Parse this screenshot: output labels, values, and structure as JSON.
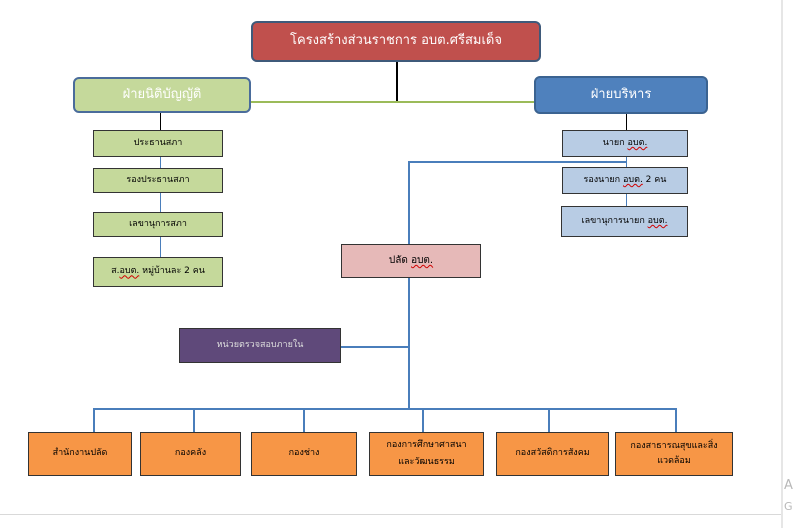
{
  "title": "โครงสร้างส่วนราชการ อบต.ศรีสมเด็จ",
  "legislative": {
    "head": "ฝ่ายนิติบัญญัติ",
    "items": [
      "ประธานสภา",
      "รองประธานสภา",
      "เลขานุการสภา"
    ],
    "members": {
      "prefix": "ส.",
      "mark": "อบต.",
      "suffix": " หมู่บ้านละ 2 คน"
    }
  },
  "executive": {
    "head": "ฝ่ายบริหาร",
    "mayor": {
      "prefix": "นายก ",
      "mark": "อบต."
    },
    "deputy": {
      "prefix": "รองนายก ",
      "mark": "อบต.",
      "suffix": " 2 คน"
    },
    "secretary": {
      "prefix": "เลขานุการนายก ",
      "mark": "อบต."
    }
  },
  "clerk": {
    "prefix": "ปลัด ",
    "mark": "อบต."
  },
  "audit_unit": "หน่วยตรวจสอบภายใน",
  "departments": [
    "สำนักงานปลัด",
    "กองคลัง",
    "กองช่าง",
    "กองการศึกษาศาสนาและวัฒนธรรม",
    "กองสวัสดิการสังคม",
    "กองสาธารณสุขและสิ่งแวดล้อม"
  ],
  "edge_letters": [
    "A",
    "G"
  ],
  "colors": {
    "title_fill": "#c0504d",
    "legislative_fill": "#c5d99b",
    "executive_fill": "#4f81bd",
    "executive_sub_fill": "#b8cce4",
    "clerk_fill": "#e6b9b8",
    "audit_fill": "#5f497a",
    "department_fill": "#f79646",
    "connector": "#4a7ebb"
  }
}
